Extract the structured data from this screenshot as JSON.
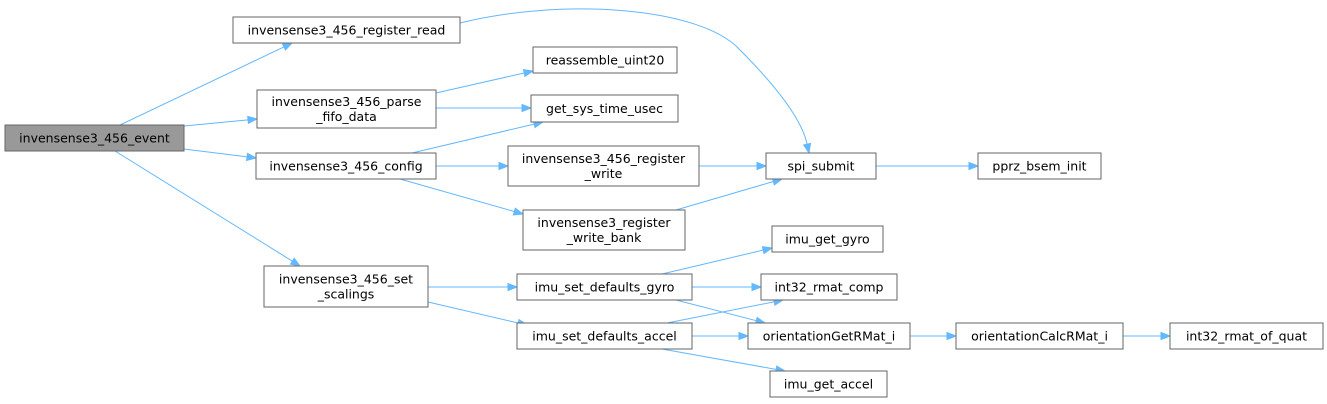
{
  "nodes": [
    {
      "id": "event",
      "lines": [
        "invensense3_456_event"
      ],
      "root": true
    },
    {
      "id": "reg_read",
      "lines": [
        "invensense3_456_register_read"
      ]
    },
    {
      "id": "parse_fifo",
      "lines": [
        "invensense3_456_parse",
        "_fifo_data"
      ]
    },
    {
      "id": "config",
      "lines": [
        "invensense3_456_config"
      ]
    },
    {
      "id": "set_scalings",
      "lines": [
        "invensense3_456_set",
        "_scalings"
      ]
    },
    {
      "id": "reassemble",
      "lines": [
        "reassemble_uint20"
      ]
    },
    {
      "id": "sys_time",
      "lines": [
        "get_sys_time_usec"
      ]
    },
    {
      "id": "reg_write",
      "lines": [
        "invensense3_456_register",
        "_write"
      ]
    },
    {
      "id": "write_bank",
      "lines": [
        "invensense3_register",
        "_write_bank"
      ]
    },
    {
      "id": "spi_submit",
      "lines": [
        "spi_submit"
      ]
    },
    {
      "id": "bsem_init",
      "lines": [
        "pprz_bsem_init"
      ]
    },
    {
      "id": "def_gyro",
      "lines": [
        "imu_set_defaults_gyro"
      ]
    },
    {
      "id": "def_accel",
      "lines": [
        "imu_set_defaults_accel"
      ]
    },
    {
      "id": "get_gyro",
      "lines": [
        "imu_get_gyro"
      ]
    },
    {
      "id": "rmat_comp",
      "lines": [
        "int32_rmat_comp"
      ]
    },
    {
      "id": "orient_get",
      "lines": [
        "orientationGetRMat_i"
      ]
    },
    {
      "id": "orient_calc",
      "lines": [
        "orientationCalcRMat_i"
      ]
    },
    {
      "id": "rmat_quat",
      "lines": [
        "int32_rmat_of_quat"
      ]
    },
    {
      "id": "get_accel",
      "lines": [
        "imu_get_accel"
      ]
    }
  ],
  "edges": [
    [
      "event",
      "reg_read"
    ],
    [
      "event",
      "parse_fifo"
    ],
    [
      "event",
      "config"
    ],
    [
      "event",
      "set_scalings"
    ],
    [
      "reg_read",
      "spi_submit"
    ],
    [
      "parse_fifo",
      "reassemble"
    ],
    [
      "parse_fifo",
      "sys_time"
    ],
    [
      "config",
      "sys_time"
    ],
    [
      "config",
      "reg_write"
    ],
    [
      "config",
      "write_bank"
    ],
    [
      "reg_write",
      "spi_submit"
    ],
    [
      "write_bank",
      "spi_submit"
    ],
    [
      "spi_submit",
      "bsem_init"
    ],
    [
      "set_scalings",
      "def_gyro"
    ],
    [
      "set_scalings",
      "def_accel"
    ],
    [
      "def_gyro",
      "get_gyro"
    ],
    [
      "def_gyro",
      "rmat_comp"
    ],
    [
      "def_gyro",
      "orient_get"
    ],
    [
      "def_accel",
      "rmat_comp"
    ],
    [
      "def_accel",
      "orient_get"
    ],
    [
      "def_accel",
      "get_accel"
    ],
    [
      "orient_get",
      "orient_calc"
    ],
    [
      "orient_calc",
      "rmat_quat"
    ]
  ],
  "colors": {
    "edge": "#63b8ff",
    "root_fill": "#999999",
    "border": "#666666"
  }
}
